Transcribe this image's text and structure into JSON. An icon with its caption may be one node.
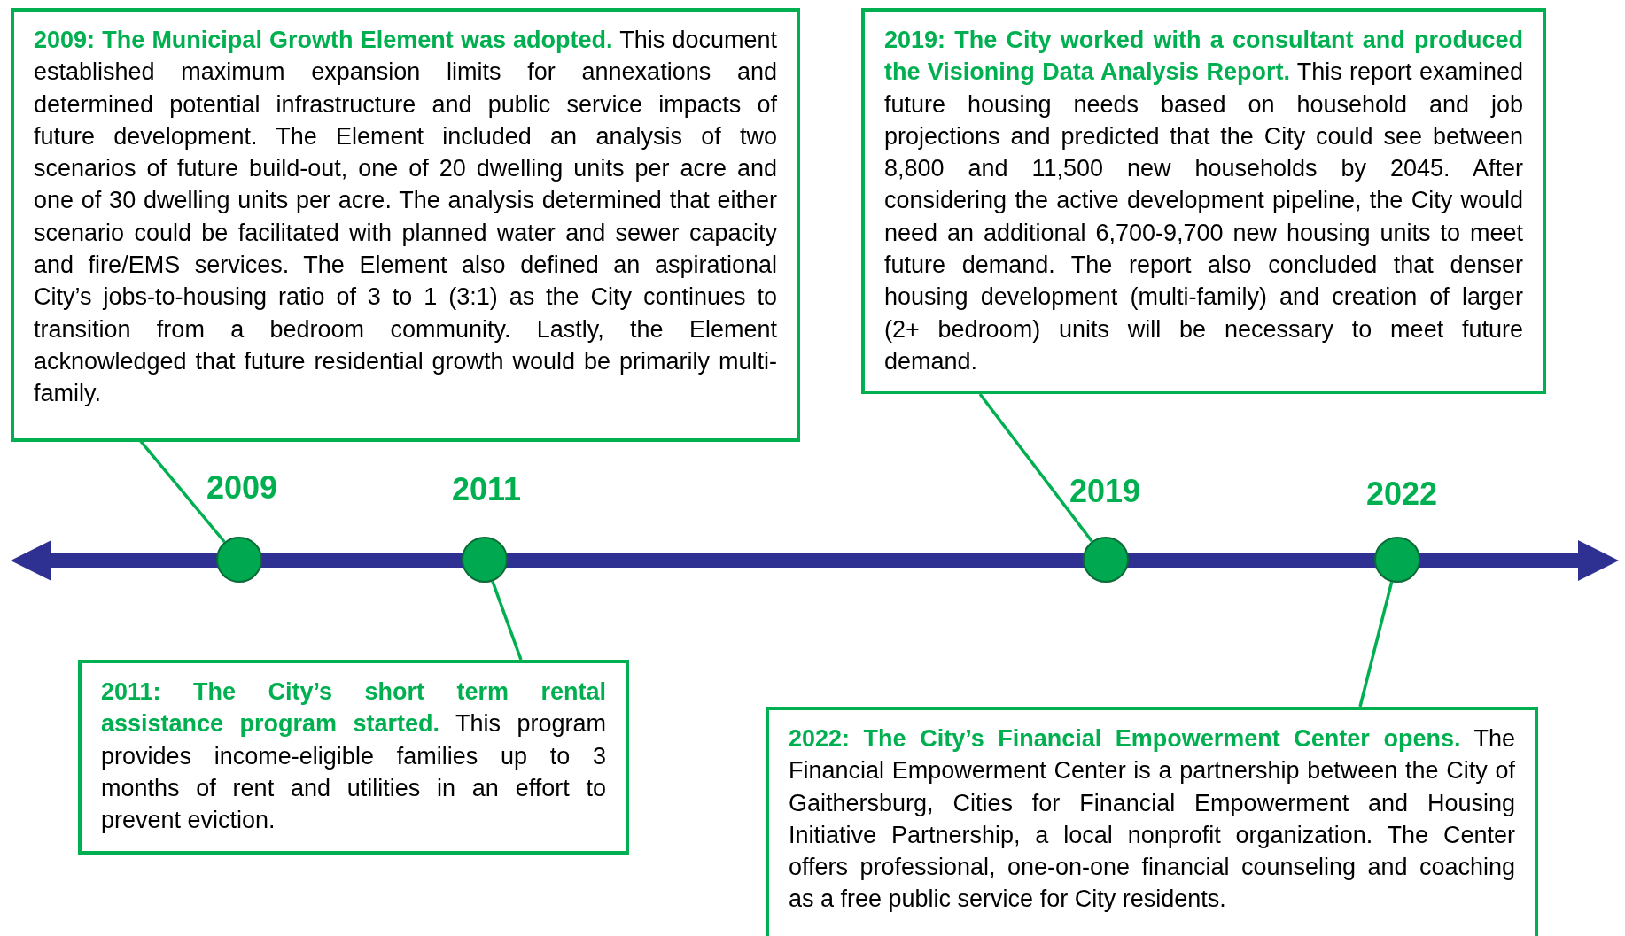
{
  "diagram": {
    "nodes": [
      {
        "text": [
          "**2009: The Municipal Growth Element was adopted.** This document established maximum expansion limits for annexations and determined potential infrastructure and public service impacts of future development. The Element included an analysis of two scenarios of future build-out, one of 20 dwelling units per acre and one of 30 dwelling units per acre. The analysis determined that either scenario could be facilitated with planned water and sewer capacity and fire/EMS services. The Element also defined an aspirational City’s jobs-to-housing ratio of 3 to 1 (3:1) as the City continues to transition from a bedroom community. Lastly, the Element acknowledged that future residential growth would be primarily multi-family."
        ]
      },
      {
        "text": [
          "**2011: The City’s short term rental assistance program started.** This program provides income-eligible families up to 3 months of rent and utilities in an effort to prevent eviction."
        ]
      },
      {
        "text": [
          "**2019: The City worked with a consultant and produced the Visioning Data Analysis Report.** This report examined future housing needs based on household and job projections and predicted that the City could see between 8,800 and 11,500 new households by 2045. After considering the active development pipeline, the City would need an additional 6,700-9,700 new housing units to meet future demand. The report also concluded that denser housing development (multi-family) and creation of larger (2+ bedroom) units will be necessary to meet future demand."
        ]
      },
      {
        "text": [
          "**2022: The City’s Financial Empowerment Center opens.** The Financial Empowerment Center is a partnership between the City of Gaithersburg, Cities for Financial Empowerment and Housing Initiative Partnership, a local nonprofit organization. The Center offers professional, one-on-one financial counseling and coaching as a free public service for City residents."
        ]
      },
      {
        "text": [],
        "shape": "circle"
      },
      {
        "text": [],
        "shape": "circle"
      },
      {
        "text": [],
        "shape": "circle"
      },
      {
        "text": [],
        "shape": "circle"
      }
    ],
    "edges": [
      {
        "from": 0,
        "to": 4,
        "arrow": "none"
      },
      {
        "from": 1,
        "to": 5,
        "arrow": "none"
      },
      {
        "from": 2,
        "to": 6,
        "arrow": "none"
      },
      {
        "from": 3,
        "to": 7,
        "arrow": "none"
      }
    ],
    "labels": [
      "2009",
      "2011",
      "2019",
      "2022"
    ]
  }
}
